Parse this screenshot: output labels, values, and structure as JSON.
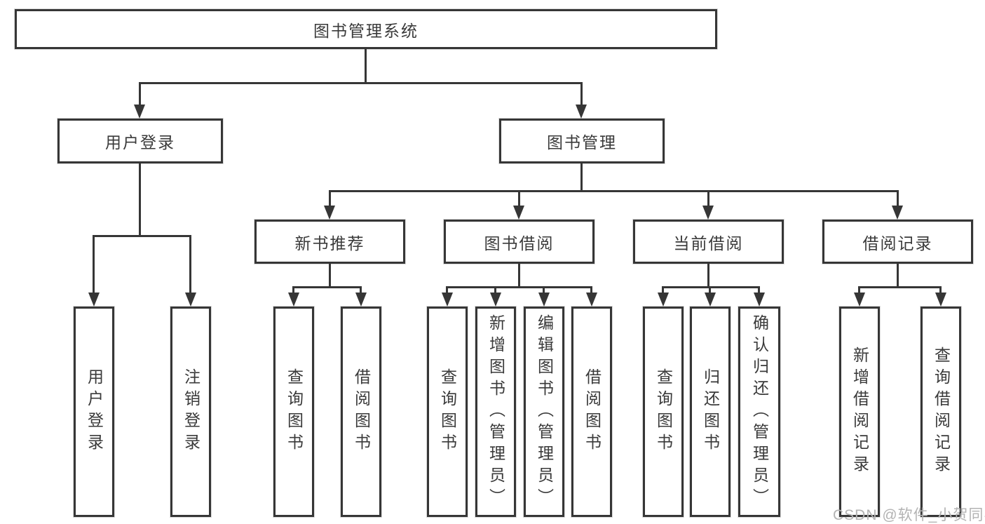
{
  "diagram_type": "hierarchy",
  "root": {
    "label": "图书管理系统"
  },
  "branches": [
    {
      "label": "用户登录",
      "leaves": [
        "用户登录",
        "注销登录"
      ]
    },
    {
      "label": "图书管理",
      "groups": [
        {
          "label": "新书推荐",
          "leaves": [
            "查询图书",
            "借阅图书"
          ]
        },
        {
          "label": "图书借阅",
          "leaves": [
            "查询图书",
            "新增图书（管理员）",
            "编辑图书（管理员）",
            "借阅图书"
          ]
        },
        {
          "label": "当前借阅",
          "leaves": [
            "查询图书",
            "归还图书",
            "确认归还（管理员）"
          ]
        },
        {
          "label": "借阅记录",
          "leaves": [
            "新增借阅记录",
            "查询借阅记录"
          ]
        }
      ]
    }
  ],
  "watermark": "CSDN @软件_小贺同学",
  "colors": {
    "line": "#363636",
    "text": "#3a3a3a",
    "watermark": "#b3b3b3",
    "background": "#ffffff"
  }
}
